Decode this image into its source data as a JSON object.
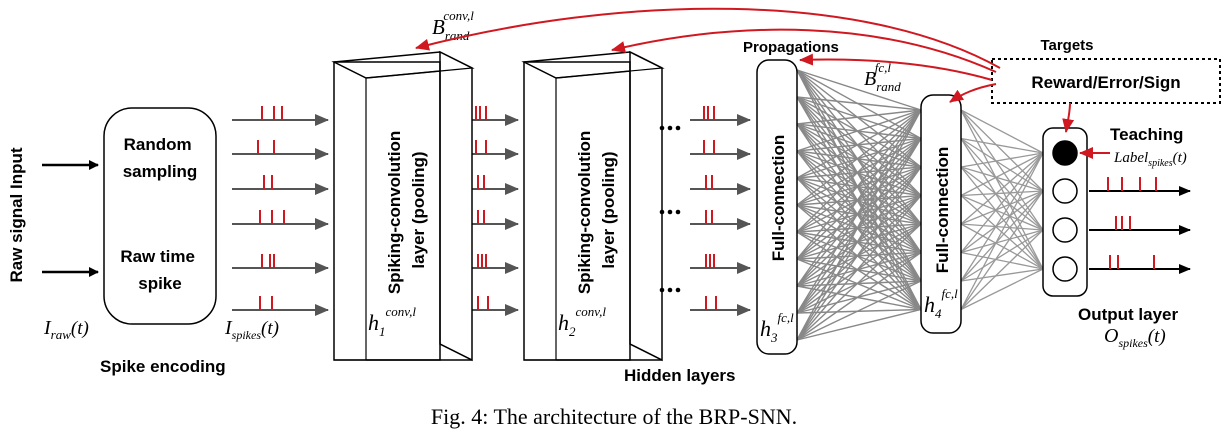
{
  "input": {
    "raw_signal_label": "Raw signal Input",
    "i_raw_main": "I",
    "i_raw_sub": "raw",
    "i_raw_arg": "(t)"
  },
  "encoding": {
    "random_sampling_line1": "Random",
    "random_sampling_line2": "sampling",
    "raw_time_spike_line1": "Raw time",
    "raw_time_spike_line2": "spike",
    "caption": "Spike encoding",
    "i_spikes_main": "I",
    "i_spikes_sub": "spikes",
    "i_spikes_arg": "(t)"
  },
  "conv1": {
    "label_line1": "Spiking-convolution",
    "label_line2": "layer (pooling)",
    "h_main": "h",
    "h_sub": "1",
    "h_sup": "conv,l"
  },
  "conv2": {
    "label_line1": "Spiking-convolution",
    "label_line2": "layer (pooling)",
    "h_main": "h",
    "h_sub": "2",
    "h_sup": "conv,l"
  },
  "dots": "…",
  "fc1": {
    "label": "Full-connection",
    "h_main": "h",
    "h_sub": "3",
    "h_sup": "fc,l"
  },
  "fc2": {
    "label": "Full-connection",
    "h_main": "h",
    "h_sub": "4",
    "h_sup": "fc,l"
  },
  "hidden_layers_label": "Hidden layers",
  "propagations_label": "Propagations",
  "b_conv": {
    "main": "B",
    "sub": "rand",
    "sup": "conv,l"
  },
  "b_fc": {
    "main": "B",
    "sub": "rand",
    "sup": "fc,l"
  },
  "targets": {
    "title": "Targets",
    "box_text": "Reward/Error/Sign"
  },
  "teaching": {
    "label": "Teaching",
    "label_main": "Label",
    "label_sub": "spikes",
    "label_arg": "(t)"
  },
  "output": {
    "title": "Output layer",
    "o_main": "O",
    "o_sub": "spikes",
    "o_arg": "(t)"
  },
  "figure_caption": "Fig. 4: The architecture of the BRP-SNN.",
  "colors": {
    "spike": "#d01820",
    "arrow_grey": "#555555",
    "feedback_red": "#d01820",
    "connection_grey": "#888888"
  }
}
